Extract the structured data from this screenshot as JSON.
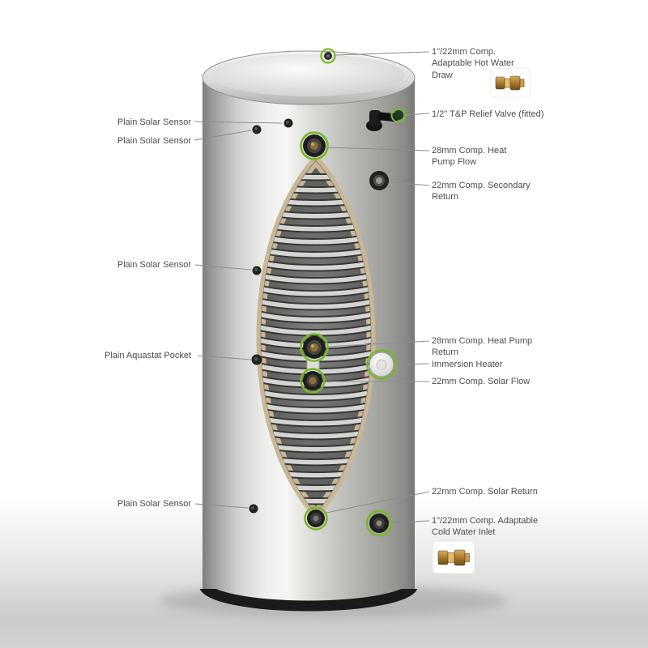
{
  "colors": {
    "accent_green": "#76b82a",
    "label_text": "#4d4d4d",
    "leader_line": "#8e8e8c",
    "insulation_tan": "#c9b795",
    "steel_highlight": "#f5f5f3",
    "base_rim": "#1a1a1a",
    "brass": "#a97a2f"
  },
  "labels": {
    "left": [
      {
        "text": "Plain Solar Sensor"
      },
      {
        "text": "Plain Solar Sensor"
      },
      {
        "text": "Plain Solar Sensor"
      },
      {
        "text": "Plain Aquastat Pocket"
      },
      {
        "text": "Plain Solar Sensor"
      }
    ],
    "right": [
      {
        "text": "1\"/22mm Comp. Adaptable Hot Water Draw"
      },
      {
        "text": "1/2\" T&P Relief Valve (fitted)"
      },
      {
        "text": "28mm Comp. Heat Pump Flow"
      },
      {
        "text": "22mm Comp. Secondary Return"
      },
      {
        "text": "28mm Comp. Heat Pump Return"
      },
      {
        "text": "Immersion Heater"
      },
      {
        "text": "22mm Comp. Solar Flow"
      },
      {
        "text": "22mm Comp. Solar Return"
      },
      {
        "text": "1\"/22mm Comp. Adaptable Cold Water Inlet"
      }
    ]
  },
  "thumbnails": {
    "hot_water_fitting": "brass-compression-fitting",
    "cold_water_fitting": "brass-compression-fitting"
  }
}
